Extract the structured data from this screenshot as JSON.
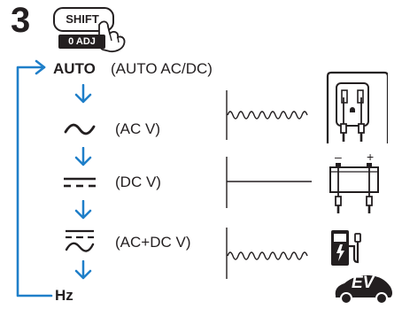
{
  "step_number": "3",
  "key": {
    "label": "SHIFT",
    "sub_label": "0 ADJ"
  },
  "modes": [
    {
      "symbol": "AUTO",
      "label": "(AUTO AC/DC)"
    },
    {
      "symbol": "ac-wave",
      "label": "(AC V)"
    },
    {
      "symbol": "dc-lines",
      "label": "(DC V)"
    },
    {
      "symbol": "acdc-symbol",
      "label": "(AC+DC V)"
    },
    {
      "symbol": "Hz",
      "label": ""
    }
  ],
  "ev_badge": "EV",
  "colors": {
    "accent_blue": "#1f7fc9",
    "ink": "#231f20"
  }
}
